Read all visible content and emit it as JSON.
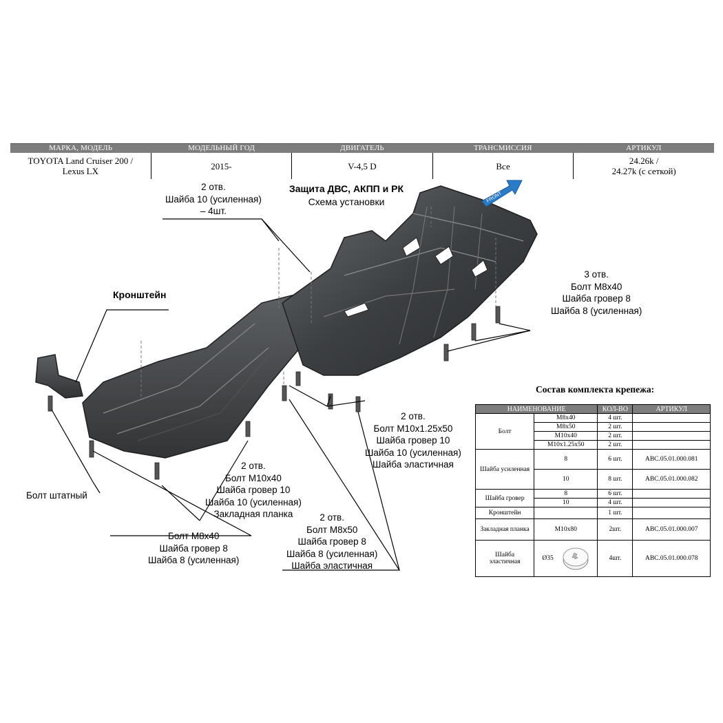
{
  "header": {
    "columns": [
      "МАРКА, МОДЕЛЬ",
      "МОДЕЛЬНЫЙ ГОД",
      "ДВИГАТЕЛЬ",
      "ТРАНСМИССИЯ",
      "АРТИКУЛ"
    ],
    "model_line1": "TOYOTA Land Cruiser 200 /",
    "model_line2": "Lexus LX",
    "year": "2015-",
    "engine": "V-4,5 D",
    "transmission": "Все",
    "article_line1": "24.26k /",
    "article_line2": "24.27k (с сеткой)"
  },
  "diagram": {
    "title_line1": "Защита ДВС, АКПП и РК",
    "title_line2": "Схема установки",
    "front_label": "FRONT",
    "bracket_label": "Кронштейн",
    "callouts": {
      "top_left": [
        "2 отв.",
        "Шайба 10 (усиленная)",
        "– 4шт."
      ],
      "right": [
        "3 отв.",
        "Болт M8x40",
        "Шайба гровер 8",
        "Шайба 8 (усиленная)"
      ],
      "middle_right": [
        "2 отв.",
        "Болт M10x1.25x50",
        "Шайба гровер 10",
        "Шайба 10 (усиленная)",
        "Шайба эластичная"
      ],
      "middle": [
        "2 отв.",
        "Болт M10x40",
        "Шайба гровер 10",
        "Шайба 10 (усиленная)",
        "Закладная планка"
      ],
      "bottom_middle": [
        "2 отв.",
        "Болт M8x50",
        "Шайба гровер 8",
        "Шайба 8 (усиленная)",
        "Шайба эластичная"
      ],
      "bottom_left": [
        "Болт M8x40",
        "Шайба гровер 8",
        "Шайба 8 (усиленная)"
      ],
      "standard_bolt": "Болт штатный"
    }
  },
  "kit": {
    "title": "Состав комплекта крепежа:",
    "headers": [
      "НАИМЕНОВАНИЕ",
      "КОЛ-ВО",
      "АРТИКУЛ"
    ],
    "bolt_label": "Болт",
    "bolts": [
      {
        "size": "M8x40",
        "qty": "4 шт."
      },
      {
        "size": "M8x50",
        "qty": "2 шт."
      },
      {
        "size": "M10x40",
        "qty": "2 шт."
      },
      {
        "size": "M10x1.25x50",
        "qty": "2 шт."
      }
    ],
    "washer_reinforced_label": "Шайба усиленная",
    "washer_reinforced": [
      {
        "size": "8",
        "qty": "6 шт.",
        "article": "ABC.05.01.000.081"
      },
      {
        "size": "10",
        "qty": "8 шт.",
        "article": "ABC.05.01.000.082"
      }
    ],
    "grover_label": "Шайба гровер",
    "grover": [
      {
        "size": "8",
        "qty": "6 шт."
      },
      {
        "size": "10",
        "qty": "4 шт."
      }
    ],
    "bracket": {
      "name": "Кронштейн",
      "qty": "1 шт."
    },
    "plate": {
      "name": "Закладная планка",
      "size": "M10x80",
      "qty": "2шт.",
      "article": "ABC.05.01.000.007"
    },
    "elastic": {
      "name_line1": "Шайба",
      "name_line2": "эластичная",
      "size": "Ø35",
      "qty": "4шт.",
      "article": "ABC.05.01.000.078"
    }
  }
}
